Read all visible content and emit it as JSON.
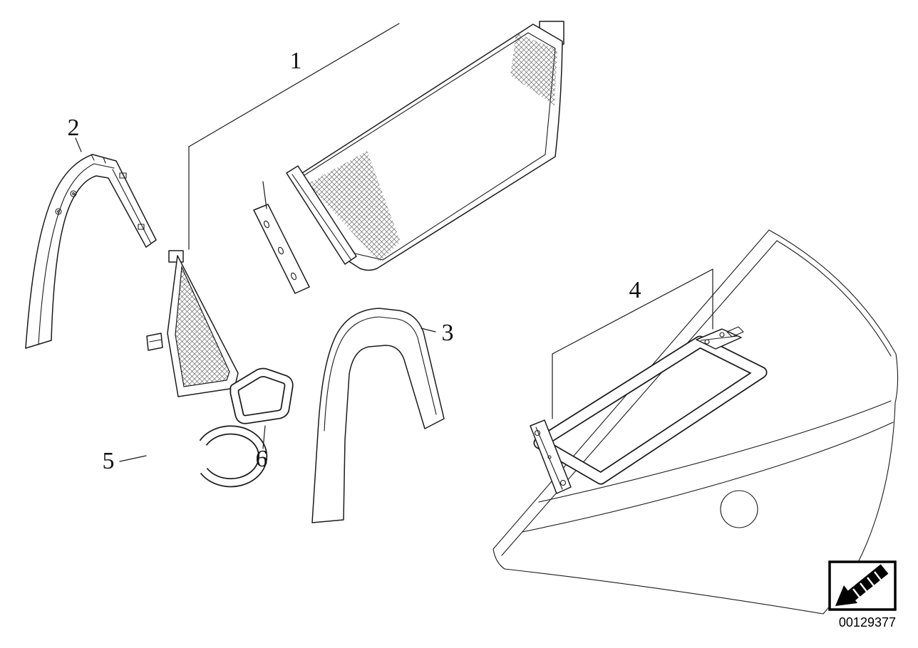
{
  "colors": {
    "background": "#ffffff",
    "line": "#1b1b1b",
    "label": "#111111",
    "stamp": "#000000"
  },
  "callouts": {
    "c1": "1",
    "c2": "2",
    "c3": "3",
    "c4": "4",
    "c5": "5",
    "c6": "6"
  },
  "stamp": {
    "icon": "arrow-down-left",
    "number": "00129377"
  }
}
